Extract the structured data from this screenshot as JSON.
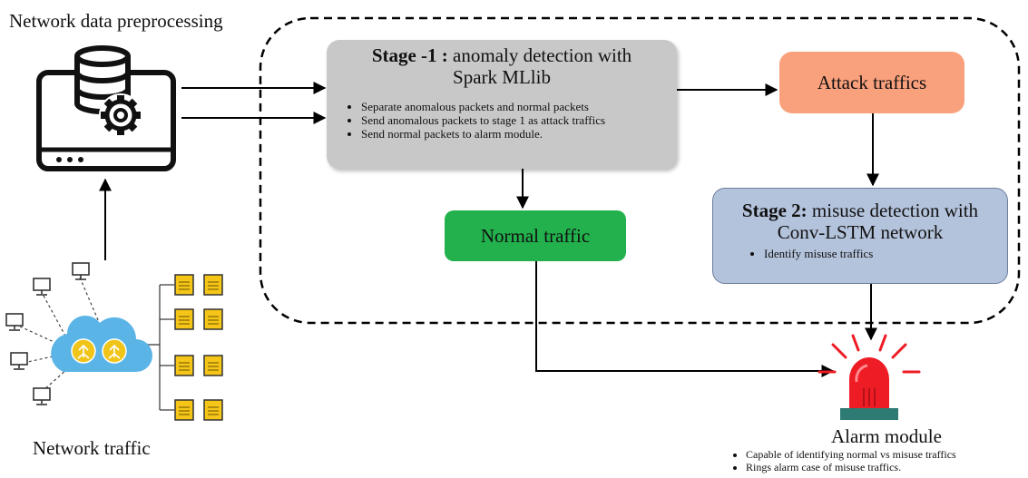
{
  "preprocessing_label": "Network data preprocessing",
  "network_traffic_label": "Network traffic",
  "stage1": {
    "title_bold": "Stage -1 :",
    "title_rest": " anomaly detection with",
    "title_line2": "Spark MLlib",
    "bullets": [
      "Separate anomalous packets and normal packets",
      "Send anomalous packets to stage 1 as attack traffics",
      "Send normal packets to alarm module."
    ]
  },
  "attack_label": "Attack traffics",
  "normal_label": "Normal traffic",
  "stage2": {
    "title_bold": "Stage 2:",
    "title_rest": " misuse detection with",
    "title_line2": "Conv-LSTM network",
    "bullets": [
      "Identify misuse traffics"
    ]
  },
  "alarm": {
    "label": "Alarm module",
    "bullets": [
      "Capable of identifying normal vs misuse traffics",
      "Rings alarm case of misuse traffics."
    ]
  },
  "colors": {
    "stage1_fill": "#c8c8c8",
    "attack_fill": "#f9a07d",
    "normal_fill": "#22b14c",
    "stage2_fill": "#b4c3dc",
    "alarm_red": "#ee1c24",
    "alarm_base": "#2e7b73"
  }
}
